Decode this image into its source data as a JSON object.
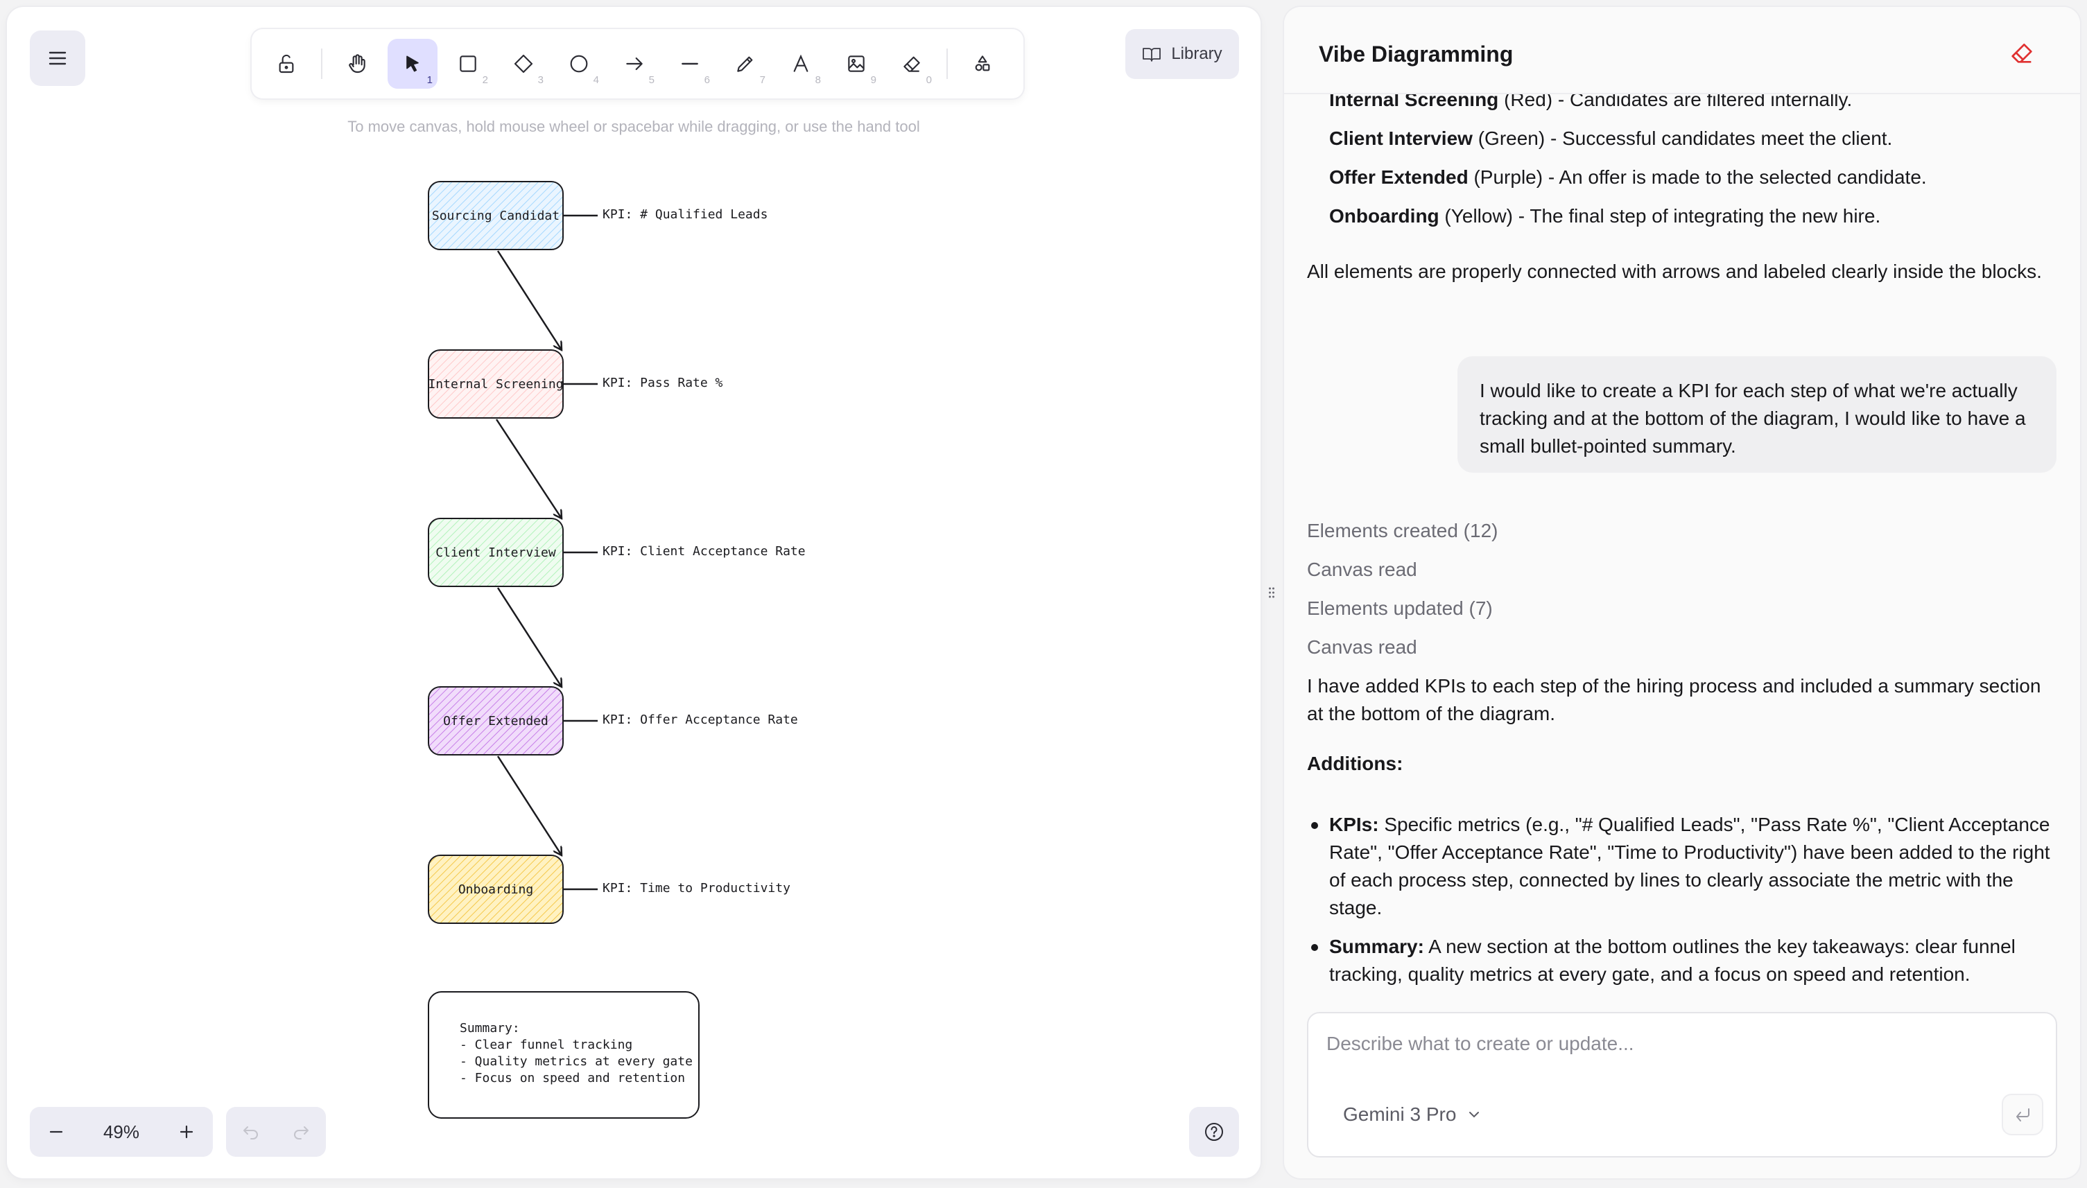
{
  "canvas": {
    "hint": "To move canvas, hold mouse wheel or spacebar while dragging, or use the hand tool",
    "library_label": "Library",
    "zoom_value": "49%",
    "toolbar": [
      {
        "name": "lock-icon",
        "key": ""
      },
      {
        "name": "hand-icon",
        "key": ""
      },
      {
        "name": "selection-icon",
        "key": "1"
      },
      {
        "name": "rectangle-icon",
        "key": "2"
      },
      {
        "name": "diamond-icon",
        "key": "3"
      },
      {
        "name": "ellipse-icon",
        "key": "4"
      },
      {
        "name": "arrow-icon",
        "key": "5"
      },
      {
        "name": "line-icon",
        "key": "6"
      },
      {
        "name": "pencil-icon",
        "key": "7"
      },
      {
        "name": "text-icon",
        "key": "8"
      },
      {
        "name": "image-icon",
        "key": "9"
      },
      {
        "name": "eraser-icon",
        "key": "0"
      },
      {
        "name": "shapes-icon",
        "key": ""
      }
    ],
    "diagram": {
      "nodes": [
        {
          "label": "Sourcing Candidat",
          "kpi": "KPI: # Qualified Leads",
          "fill": "#a5d8ff"
        },
        {
          "label": "Internal Screening",
          "kpi": "KPI: Pass Rate %",
          "fill": "#ffc9c9"
        },
        {
          "label": "Client Interview",
          "kpi": "KPI: Client Acceptance Rate",
          "fill": "#b2f2bb"
        },
        {
          "label": "Offer Extended",
          "kpi": "KPI: Offer Acceptance Rate",
          "fill": "#d0a3f0"
        },
        {
          "label": "Onboarding",
          "kpi": "KPI: Time to Productivity",
          "fill": "#ffd94d"
        }
      ],
      "summary_lines": [
        "Summary:",
        "- Clear funnel tracking",
        "- Quality metrics at every gate",
        "- Focus on speed and retention"
      ]
    }
  },
  "chat": {
    "title": "Vibe Diagramming",
    "legend": [
      {
        "name": "Internal Screening",
        "rest": " (Red) - Candidates are filtered internally."
      },
      {
        "name": "Client Interview",
        "rest": " (Green) - Successful candidates meet the client."
      },
      {
        "name": "Offer Extended",
        "rest": " (Purple) - An offer is made to the selected candidate."
      },
      {
        "name": "Onboarding",
        "rest": " (Yellow) - The final step of integrating the new hire."
      }
    ],
    "connected_note": "All elements are properly connected with arrows and labeled clearly inside the blocks.",
    "user_message": "I would like to create a KPI for each step of what we're actually tracking and at the bottom of the diagram, I would like to have a small bullet-pointed summary.",
    "tool_log": [
      "Elements created (12)",
      "Canvas read",
      "Elements updated (7)",
      "Canvas read"
    ],
    "response_intro": "I have added KPIs to each step of the hiring process and included a summary section at the bottom of the diagram.",
    "additions_heading": "Additions:",
    "bullets": [
      {
        "term": "KPIs:",
        "text": " Specific metrics (e.g., \"# Qualified Leads\", \"Pass Rate %\", \"Client Acceptance Rate\", \"Offer Acceptance Rate\", \"Time to Productivity\") have been added to the right of each process step, connected by lines to clearly associate the metric with the stage."
      },
      {
        "term": "Summary:",
        "text": " A new section at the bottom outlines the key takeaways: clear funnel tracking, quality metrics at every gate, and a focus on speed and retention."
      }
    ],
    "composer_placeholder": "Describe what to create or update...",
    "model": "Gemini 3 Pro"
  },
  "colors": {
    "accent": "#e0dfff",
    "danger": "#e03131"
  }
}
